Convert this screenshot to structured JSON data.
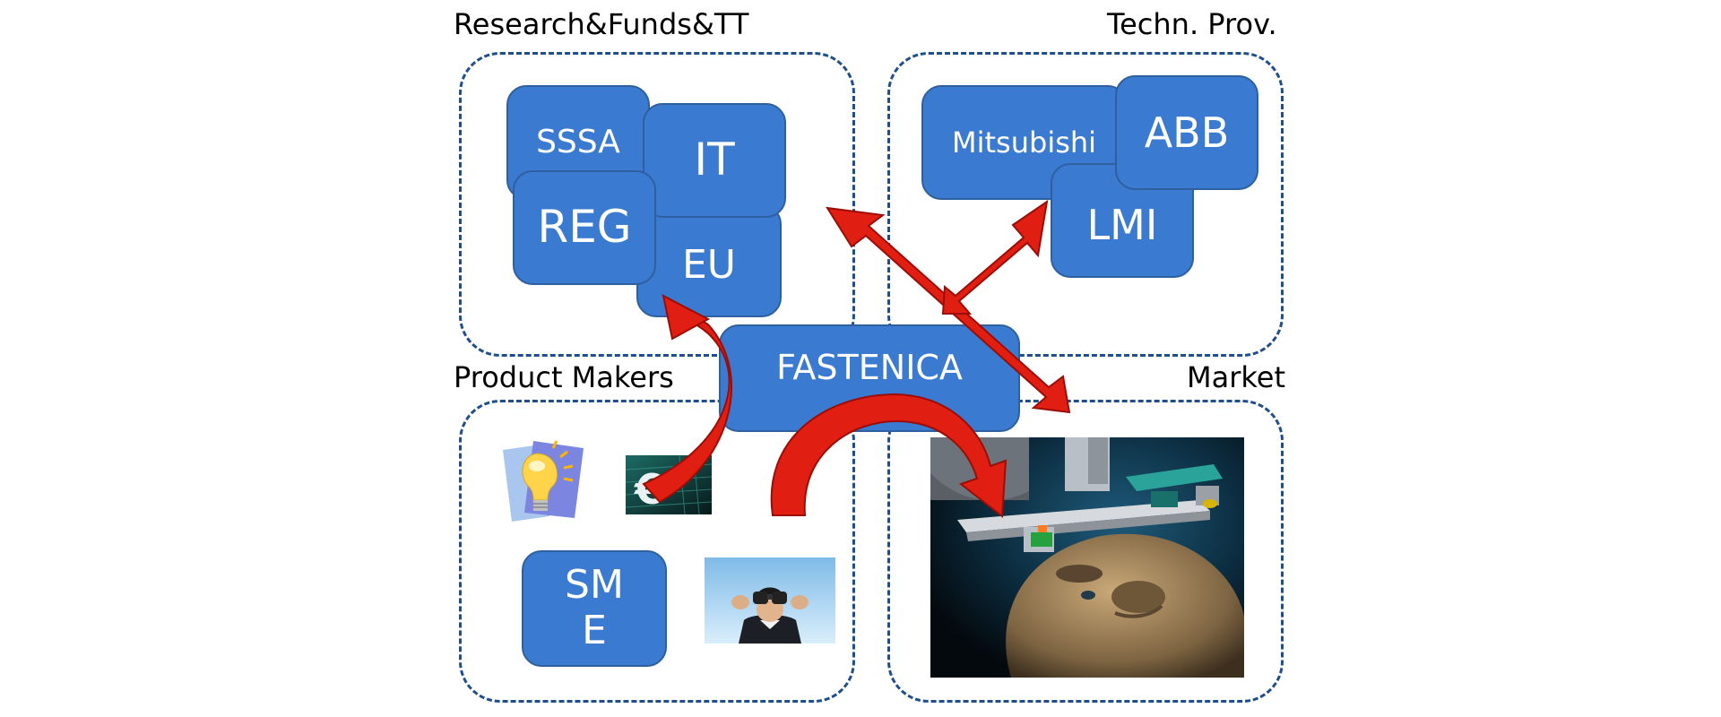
{
  "quadrants": {
    "research": {
      "label": "Research&Funds&TT"
    },
    "tech": {
      "label": "Techn. Prov."
    },
    "product": {
      "label": "Product Makers"
    },
    "market": {
      "label": "Market"
    }
  },
  "boxes": {
    "sssa": "SSSA",
    "it": "IT",
    "reg": "REG",
    "eu": "EU",
    "mitsubishi": "Mitsubishi",
    "abb": "ABB",
    "lmi": "LMI",
    "center": "FASTENICA",
    "sme_line1": "SM",
    "sme_line2": "E"
  },
  "icons": {
    "lightbulb": "lightbulb-icon",
    "euro": "euro-coin-icon",
    "binoculars": "binoculars-photo",
    "robot": "robot-head-render"
  },
  "colors": {
    "box_fill": "#3a7bd1",
    "box_border": "#2e5f9e",
    "dash": "#1f4e8c",
    "arrow_red": "#e01e12",
    "arrow_dark": "#9b0d06"
  }
}
